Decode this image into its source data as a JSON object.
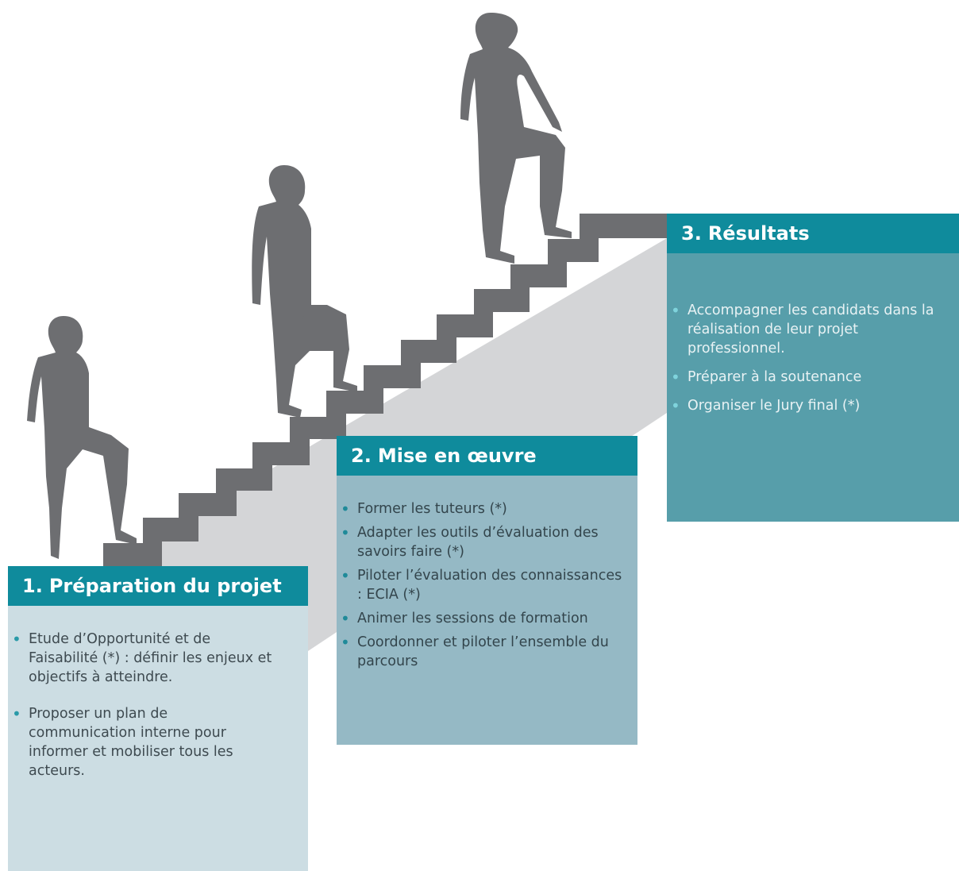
{
  "steps": [
    {
      "number": "1.",
      "title": "Préparation du projet",
      "items": [
        "Etude d’Opportunité et de Faisabilité (*) : définir les enjeux et objectifs à atteindre.",
        "Proposer un plan de communication interne pour informer et mobiliser tous les acteurs."
      ]
    },
    {
      "number": "2.",
      "title": "Mise en œuvre",
      "items": [
        "Former les tuteurs (*)",
        "Adapter les outils d’évaluation des savoirs faire (*)",
        "Piloter l’évaluation des connaissances : ECIA (*)",
        "Animer les sessions de formation",
        "Coordonner et piloter l’ensemble du parcours"
      ]
    },
    {
      "number": "3.",
      "title": "Résultats",
      "items": [
        "Accompagner les candidats dans la réalisation de leur projet professionnel.",
        "Préparer à la soutenance",
        "Organiser le Jury final (*)"
      ]
    }
  ],
  "colors": {
    "header_teal": "#0f8b9c",
    "stair_gray": "#6d6e71",
    "stair_shadow": "#d4d5d7"
  }
}
